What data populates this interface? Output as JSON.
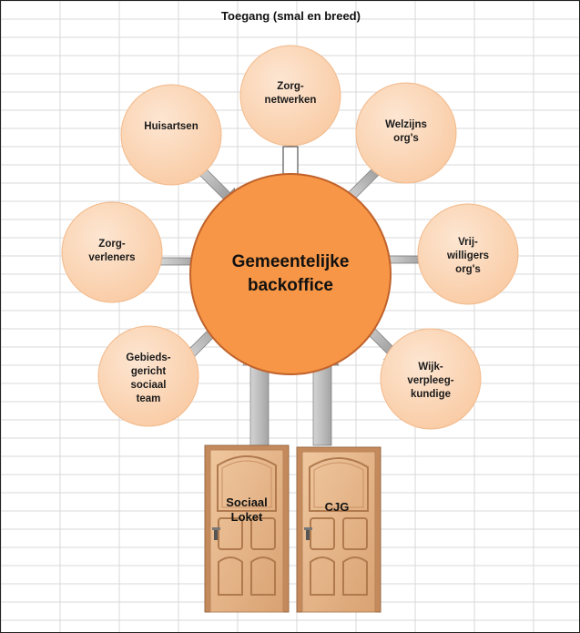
{
  "title": "Toegang (smal en breed)",
  "hub": {
    "lines": [
      "Gemeentelijke",
      "backoffice"
    ]
  },
  "nodes": {
    "zorgnetwerken": [
      "Zorg-",
      "netwerken"
    ],
    "huisartsen": [
      "Huisartsen"
    ],
    "welzijns": [
      "Welzijns",
      "org's"
    ],
    "zorgverleners": [
      "Zorg-",
      "verleners"
    ],
    "vrijwilligers": [
      "Vrij-",
      "willigers",
      "org's"
    ],
    "gebiedsgericht": [
      "Gebieds-",
      "gericht",
      "sociaal",
      "team"
    ],
    "wijkverpleeg": [
      "Wijk-",
      "verpleeg-",
      "kundige"
    ]
  },
  "doors": {
    "sociaal_loket": [
      "Sociaal",
      "Loket"
    ],
    "cjg": [
      "CJG"
    ]
  },
  "colors": {
    "hub_fill": "#f79646",
    "hub_stroke": "#c0622b",
    "node_fill": "#fbd6b8",
    "arrow_fill": "#bdbdbd",
    "door_wood": "#e9b98c",
    "grid": "#d9d9d9"
  },
  "icons": {
    "arrow": "double-headed-arrow",
    "door": "wooden-door"
  }
}
